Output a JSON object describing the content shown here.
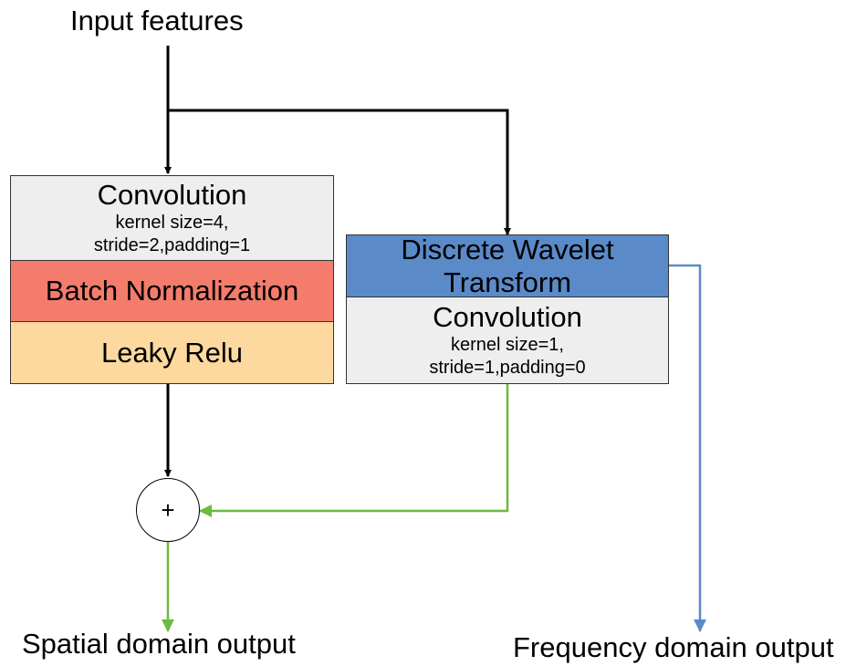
{
  "labels": {
    "input": "Input features",
    "spatial_output": "Spatial domain output",
    "frequency_output": "Frequency domain output"
  },
  "spatial_branch": {
    "conv_title": "Convolution",
    "conv_param1": "kernel size=4,",
    "conv_param2": "stride=2,padding=1",
    "batchnorm": "Batch Normalization",
    "activation": "Leaky Relu"
  },
  "frequency_branch": {
    "dwt_line1": "Discrete Wavelet",
    "dwt_line2": "Transform",
    "conv_title": "Convolution",
    "conv_param1": "kernel size=1,",
    "conv_param2": "stride=1,padding=0"
  },
  "sum_symbol": "+",
  "colors": {
    "conv_fill": "#eeeeee",
    "batchnorm_fill": "#f47c6c",
    "leaky_relu_fill": "#fdd9a0",
    "dwt_fill": "#5b8ac8",
    "green_arrow": "#6cbb3c",
    "blue_arrow": "#5b8ac8",
    "black_arrow": "#000000"
  }
}
